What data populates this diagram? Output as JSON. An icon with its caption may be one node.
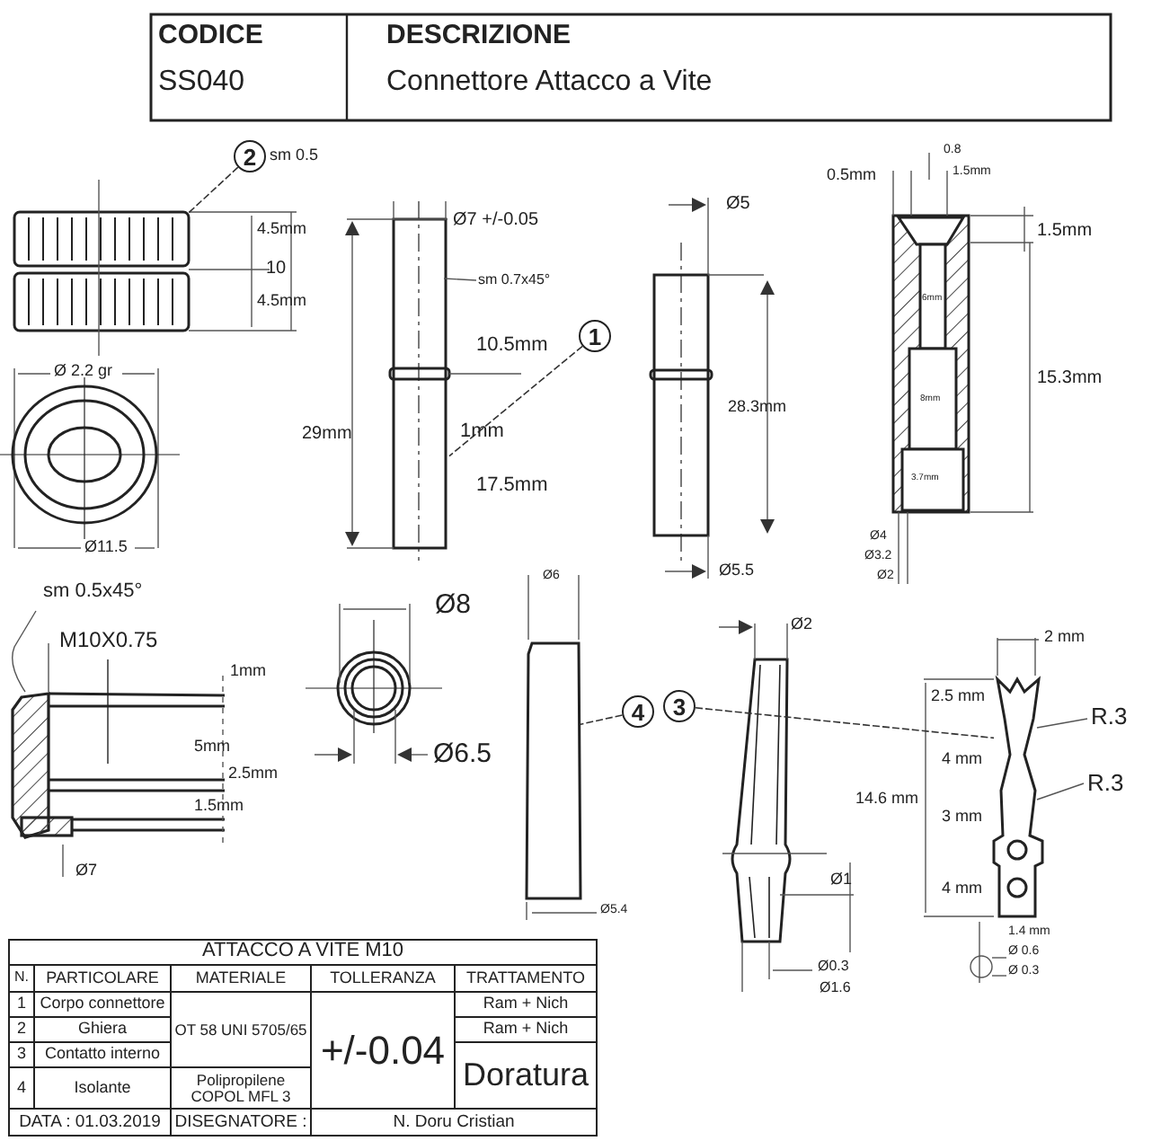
{
  "diagram": {
    "nodes": [
      {
        "text": [
          "1"
        ]
      },
      {
        "text": [],
        "shape": "picture"
      },
      {
        "text": [
          "2"
        ]
      },
      {
        "text": [],
        "shape": "picture"
      },
      {
        "text": [
          "3"
        ]
      },
      {
        "text": [],
        "shape": "picture"
      },
      {
        "text": [
          "4"
        ]
      },
      {
        "text": [],
        "shape": "picture"
      }
    ],
    "edges": [
      {
        "from": 0,
        "to": 1,
        "arrow": "none"
      },
      {
        "from": 2,
        "to": 3,
        "arrow": "none"
      },
      {
        "from": 4,
        "to": 5,
        "arrow": "none"
      },
      {
        "from": 6,
        "to": 7,
        "arrow": "none"
      }
    ],
    "labels": [
      "CODICE",
      "DESCRIZIONE",
      "SS040",
      "Connettore Attacco a Vite",
      "sm 0.5",
      "4.5mm",
      "10",
      "4.5mm",
      "Ø 2.2 gr",
      "Ø11.5",
      "Ø7 +/-0.05",
      "sm 0.7x45°",
      "10.5mm",
      "29mm",
      "1mm",
      "17.5mm",
      "Ø5",
      "28.3mm",
      "Ø5.5",
      "0.8",
      "0.5mm",
      "1.5mm",
      "1.5mm",
      "6mm",
      "15.3mm",
      "8mm",
      "3.7mm",
      "Ø4",
      "Ø3.2",
      "Ø2",
      "sm 0.5x45°",
      "M10X0.75",
      "1mm",
      "5mm",
      "2.5mm",
      "1.5mm",
      "Ø7",
      "Ø8",
      "Ø6.5",
      "Ø6",
      "Ø5.4",
      "Ø2",
      "Ø1",
      "Ø0.3",
      "Ø1.6",
      "2 mm",
      "2.5 mm",
      "R.3",
      "4 mm",
      "R.3",
      "14.6 mm",
      "3 mm",
      "4 mm",
      "1.4 mm",
      "Ø 0.6",
      "Ø 0.3",
      "ATTACCO A VITE M10",
      "N.",
      "PARTICOLARE",
      "MATERIALE",
      "TOLLERANZA",
      "TRATTAMENTO",
      "1",
      "Corpo connettore",
      "Ram + Nich",
      "2",
      "Ghiera",
      "OT 58 UNI 5705/65",
      "+/-0.04",
      "Ram + Nich",
      "3",
      "Contatto interno",
      "Doratura",
      "4",
      "Isolante",
      "Polipropilene COPOL MFL 3",
      "DATA : 01.03.2019",
      "DISEGNATORE :",
      "N. Doru Cristian"
    ]
  }
}
